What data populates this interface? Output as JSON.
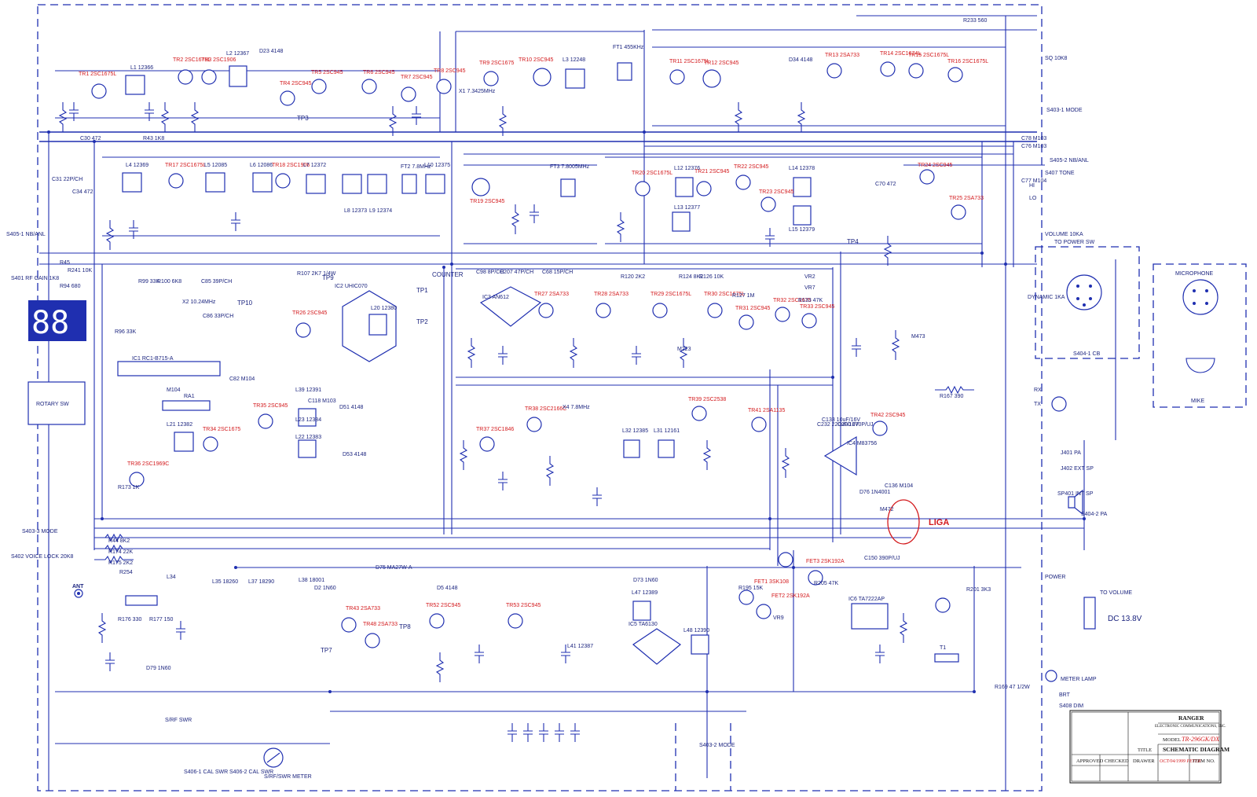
{
  "title_block": {
    "company": "RANGER",
    "company_sub": "ELECTRONIC COMMUNICATIONS, INC.",
    "model_label": "MODEL",
    "model_value": "TR-296GK/DX",
    "title_label": "TITLE",
    "title_value": "SCHEMATIC DIAGRAM",
    "approved_label": "APPROVED",
    "checked_label": "CHECKED",
    "drawer_label": "DRAWER",
    "drawer_value": "OCT/04/1999 PETER",
    "item_label": "ITEM NO."
  },
  "annotations": {
    "liga": "LIGA",
    "counter": "COUNTER",
    "to_power_sw": "TO POWER SW",
    "to_volume": "TO VOLUME",
    "dc_supply": "DC 13.8V",
    "microphone": "MICROPHONE",
    "mike": "MIKE",
    "meter": "S/RF/SWR METER",
    "power": "POWER",
    "meter_lamp": "METER LAMP",
    "rotary_sw": "ROTARY SW",
    "ant": "ANT",
    "display": "88",
    "int_sp": "SP401 INT SP",
    "ext_sp": "J402 EXT SP",
    "pa_jack": "J401 PA"
  },
  "test_points": [
    "TP1",
    "TP2",
    "TP3",
    "TP4",
    "TP7",
    "TP8",
    "TP9",
    "TP10"
  ],
  "ic_labels": [
    "IC1 RC1-B715-A",
    "IC2 UHIC070",
    "IC3 AN612",
    "IC4 M83756",
    "IC5 TA6130",
    "IC6 TA7222AP"
  ],
  "transistor_labels": [
    "TR1 2SC1675L",
    "TR2 2SC1675L",
    "TR3 2SC1906",
    "TR4 2SC945",
    "TR5 2SC945",
    "TR6 2SC945",
    "TR7 2SC945",
    "TR8 2SC945",
    "TR9 2SC1675",
    "TR10 2SC945",
    "TR11 2SC1675L",
    "TR12 2SC945",
    "TR13 2SA733",
    "TR14 2SC1674L",
    "TR15 2SC1675L",
    "TR16 2SC1675L",
    "TR17 2SC1675L",
    "TR18 2SC1906",
    "TR19 2SC945",
    "TR20 2SC1675L",
    "TR21 2SC945",
    "TR22 2SC945",
    "TR23 2SC945",
    "TR24 2SC945",
    "TR25 2SA733",
    "TR26 2SC945",
    "TR27 2SA733",
    "TR28 2SA733",
    "TR29 2SC1675L",
    "TR30 2SC1675L",
    "TR31 2SC945",
    "TR32 2SC1675",
    "TR33 2SC945",
    "TR34 2SC1675",
    "TR35 2SC945",
    "TR36 2SC1969C",
    "TR37 2SC1846",
    "TR38 2SC2166C",
    "TR39 2SC2538",
    "TR41 2SA1135",
    "TR42 2SC945",
    "TR43 2SA733",
    "TR48 2SA733",
    "TR52 2SC945",
    "TR53 2SC945",
    "FET1 3SK108",
    "FET2 2SK192A",
    "FET3 2SK192A"
  ],
  "component_labels": [
    "L1 12366",
    "L2 12367",
    "L3 12248",
    "L4 12369",
    "L5 12085",
    "L6 12086",
    "L7 12372",
    "L8 12373",
    "L9 12374",
    "L10 12375",
    "L12 12376",
    "L13 12377",
    "L14 12378",
    "L15 12379",
    "L20 12380",
    "L21 12382",
    "L22 12383",
    "L23 12384",
    "L31 12161",
    "L32 12385",
    "L34",
    "L35 18260",
    "L37 18290",
    "L38 18001",
    "L39 12391",
    "L41 12387",
    "L47 12389",
    "L48 12390",
    "FT1 455KHz",
    "FT2 7.8MHz",
    "FT3 7.8005MHz",
    "X1 7.3425MHz",
    "X2 10.24MHz",
    "X4 7.8MHz",
    "R44 8K2",
    "R174 22K",
    "R175 2K2",
    "R254",
    "R176 330",
    "R177 150",
    "R173 1K",
    "R43 1K8",
    "R45",
    "R241 10K",
    "R94 680",
    "R96 33K",
    "R99 33K",
    "R100 6K8",
    "R107 2K7 1/4W",
    "R120 2K2",
    "R124 8K2",
    "R126 10K",
    "R127 1M",
    "R133 47K",
    "R167 390",
    "R169 47 1/2W",
    "R201 3K3",
    "R195 15K",
    "R205 47K",
    "R233 560",
    "C30 472",
    "C31 22P/CH",
    "C34 472",
    "C85 39P/CH",
    "C86 33P/CH",
    "C82 M104",
    "C98 8P/CH",
    "C207 47P/CH",
    "C68 15P/CH",
    "C70 472",
    "C76 M103",
    "C77 M104",
    "C78 M103",
    "C118 M103",
    "C133 10uF/16V",
    "C136 M104",
    "C150 390P/UJ",
    "C200 270P/UJ",
    "C232 220uF/16V",
    "D2 1N60",
    "D5 4148",
    "D23 4148",
    "D34 4148",
    "D51 4148",
    "D53 4148",
    "D73 1N60",
    "D75 MA27W-A",
    "D76 1N4001",
    "D79 1N60",
    "VR2",
    "VR7",
    "VR9",
    "T1",
    "RA1",
    "M104",
    "M472",
    "M473",
    "M223"
  ],
  "switch_labels": [
    "S403-1 MODE",
    "S403-2 MODE",
    "S403-3 MODE",
    "S404-1 CB",
    "S404-2 PA",
    "S405-1 NB/ANL",
    "S405-2 NB/ANL",
    "S406-1 CAL SWR",
    "S406-2 CAL SWR",
    "S407 TONE",
    "S408 DIM",
    "S401 RF GAIN 1K8",
    "S402 VOICE LOCK 20K8",
    "SQ 10K8",
    "VOLUME 10KA",
    "DYNAMIC 1KA",
    "S/RF SWR",
    "HI",
    "LO",
    "BRT",
    "RX",
    "TX"
  ]
}
